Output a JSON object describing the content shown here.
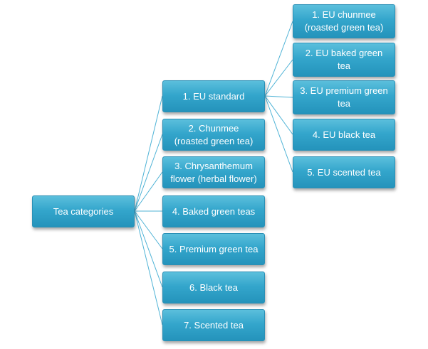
{
  "colors": {
    "node_fill": "#34a6cc",
    "connector": "#4fb3d6",
    "text": "#ffffff"
  },
  "root": {
    "label": "Tea categories"
  },
  "categories": [
    {
      "label": "1. EU standard"
    },
    {
      "label": "2. Chunmee\n(roasted green tea)"
    },
    {
      "label": "3. Chrysanthemum\nflower (herbal flower)"
    },
    {
      "label": "4. Baked green teas"
    },
    {
      "label": "5. Premium green tea"
    },
    {
      "label": "6. Black tea"
    },
    {
      "label": "7. Scented tea"
    }
  ],
  "eu_standard": [
    {
      "label": "1. EU chunmee\n(roasted green tea)"
    },
    {
      "label": "2. EU baked green\ntea"
    },
    {
      "label": "3. EU premium green\ntea"
    },
    {
      "label": "4. EU black tea"
    },
    {
      "label": "5. EU scented  tea"
    }
  ]
}
